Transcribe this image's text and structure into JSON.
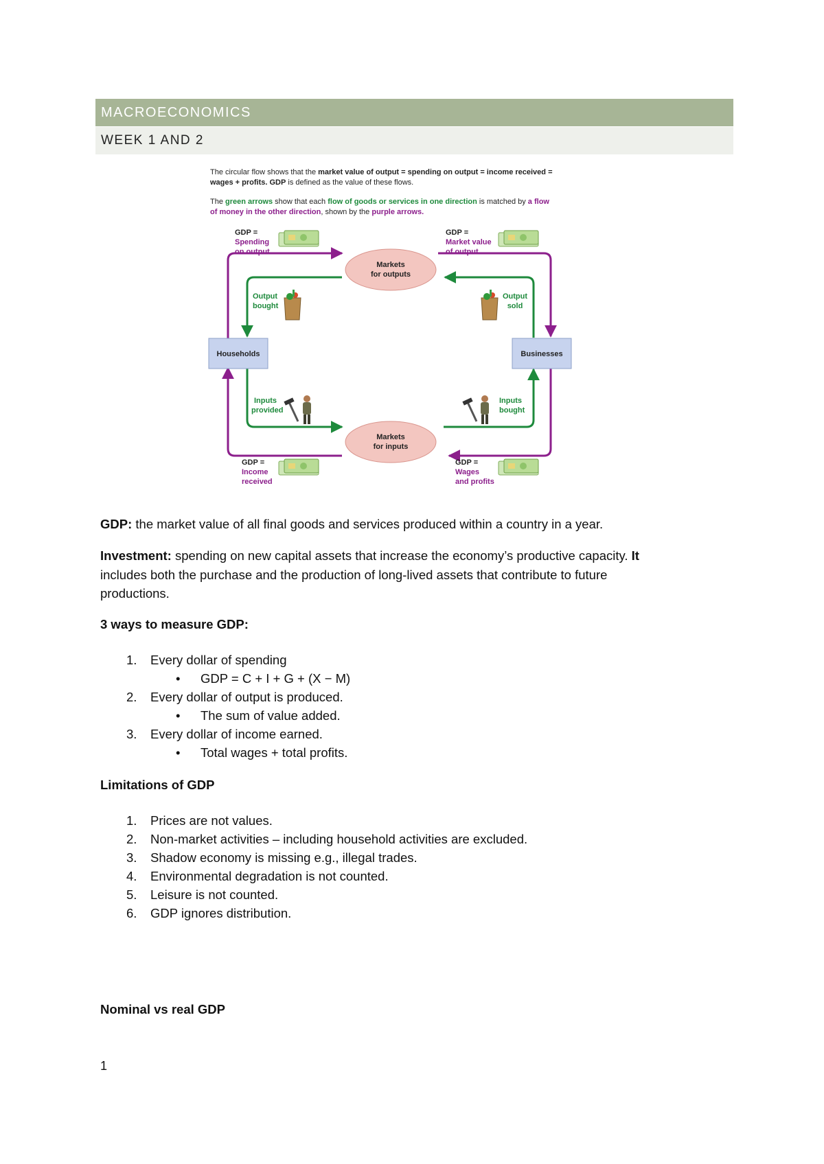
{
  "header": {
    "title": "MACROECONOMICS",
    "subtitle": "WEEK 1 AND 2"
  },
  "figure": {
    "caption_line1_a": "The circular flow shows that the ",
    "caption_line1_b": "market value of output = spending on output = income received =",
    "caption_line2_a": "wages + profits. GDP",
    "caption_line2_b": " is defined as the value of these flows.",
    "caption_line3_a": "The ",
    "caption_line3_b": "green arrows",
    "caption_line3_c": " show that each ",
    "caption_line3_d": "flow of goods or services in one direction",
    "caption_line3_e": " is matched by ",
    "caption_line3_f": "a flow",
    "caption_line4_a": "of money in the other direction",
    "caption_line4_b": ", shown by the ",
    "caption_line4_c": "purple arrows.",
    "gdp_label": "GDP =",
    "tl_label": [
      "Spending",
      "on output"
    ],
    "tr_label": [
      "Market value",
      "of output"
    ],
    "bl_label": [
      "Income",
      "received"
    ],
    "br_label": [
      "Wages",
      "and profits"
    ],
    "markets_outputs": [
      "Markets",
      "for outputs"
    ],
    "markets_inputs": [
      "Markets",
      "for inputs"
    ],
    "households": "Households",
    "businesses": "Businesses",
    "output_bought": [
      "Output",
      "bought"
    ],
    "output_sold": [
      "Output",
      "sold"
    ],
    "inputs_provided": [
      "Inputs",
      "provided"
    ],
    "inputs_bought": [
      "Inputs",
      "bought"
    ],
    "colors": {
      "green": "#1e8a3c",
      "purple": "#8c1f8c",
      "box_blue": "#c7d3ee",
      "ellipse_pink": "#f3c6c0",
      "header_band": "#a7b596"
    }
  },
  "definitions": {
    "gdp_term": "GDP:",
    "gdp_text": " the market value of all final goods and services produced within a country in a year.",
    "investment_term": "Investment:",
    "investment_text_1": " spending on new capital assets that increase the economy’s productive capacity. ",
    "investment_text_bold": "It",
    "investment_text_2": "includes both the purchase and the production of long-lived assets that contribute to future",
    "investment_text_3": "productions."
  },
  "measure": {
    "heading": "3 ways to measure GDP:",
    "items": [
      {
        "num": "1.",
        "text": "Every dollar of spending",
        "sub": "GDP = C + I + G + (X − M)"
      },
      {
        "num": "2.",
        "text": "Every dollar of output is produced.",
        "sub": "The sum of value added."
      },
      {
        "num": "3.",
        "text": "Every dollar of income earned.",
        "sub": "Total wages + total profits."
      }
    ],
    "bullet": "•"
  },
  "limitations": {
    "heading": "Limitations of GDP",
    "items": [
      {
        "num": "1.",
        "text": "Prices are not values."
      },
      {
        "num": "2.",
        "text": "Non-market activities – including household activities are excluded."
      },
      {
        "num": "3.",
        "text": "Shadow economy is missing e.g., illegal trades."
      },
      {
        "num": "4.",
        "text": "Environmental degradation is not counted."
      },
      {
        "num": "5.",
        "text": "Leisure is not counted."
      },
      {
        "num": "6.",
        "text": "GDP ignores distribution."
      }
    ]
  },
  "nominal": {
    "heading": "Nominal vs real GDP"
  },
  "page": {
    "number": "1"
  }
}
